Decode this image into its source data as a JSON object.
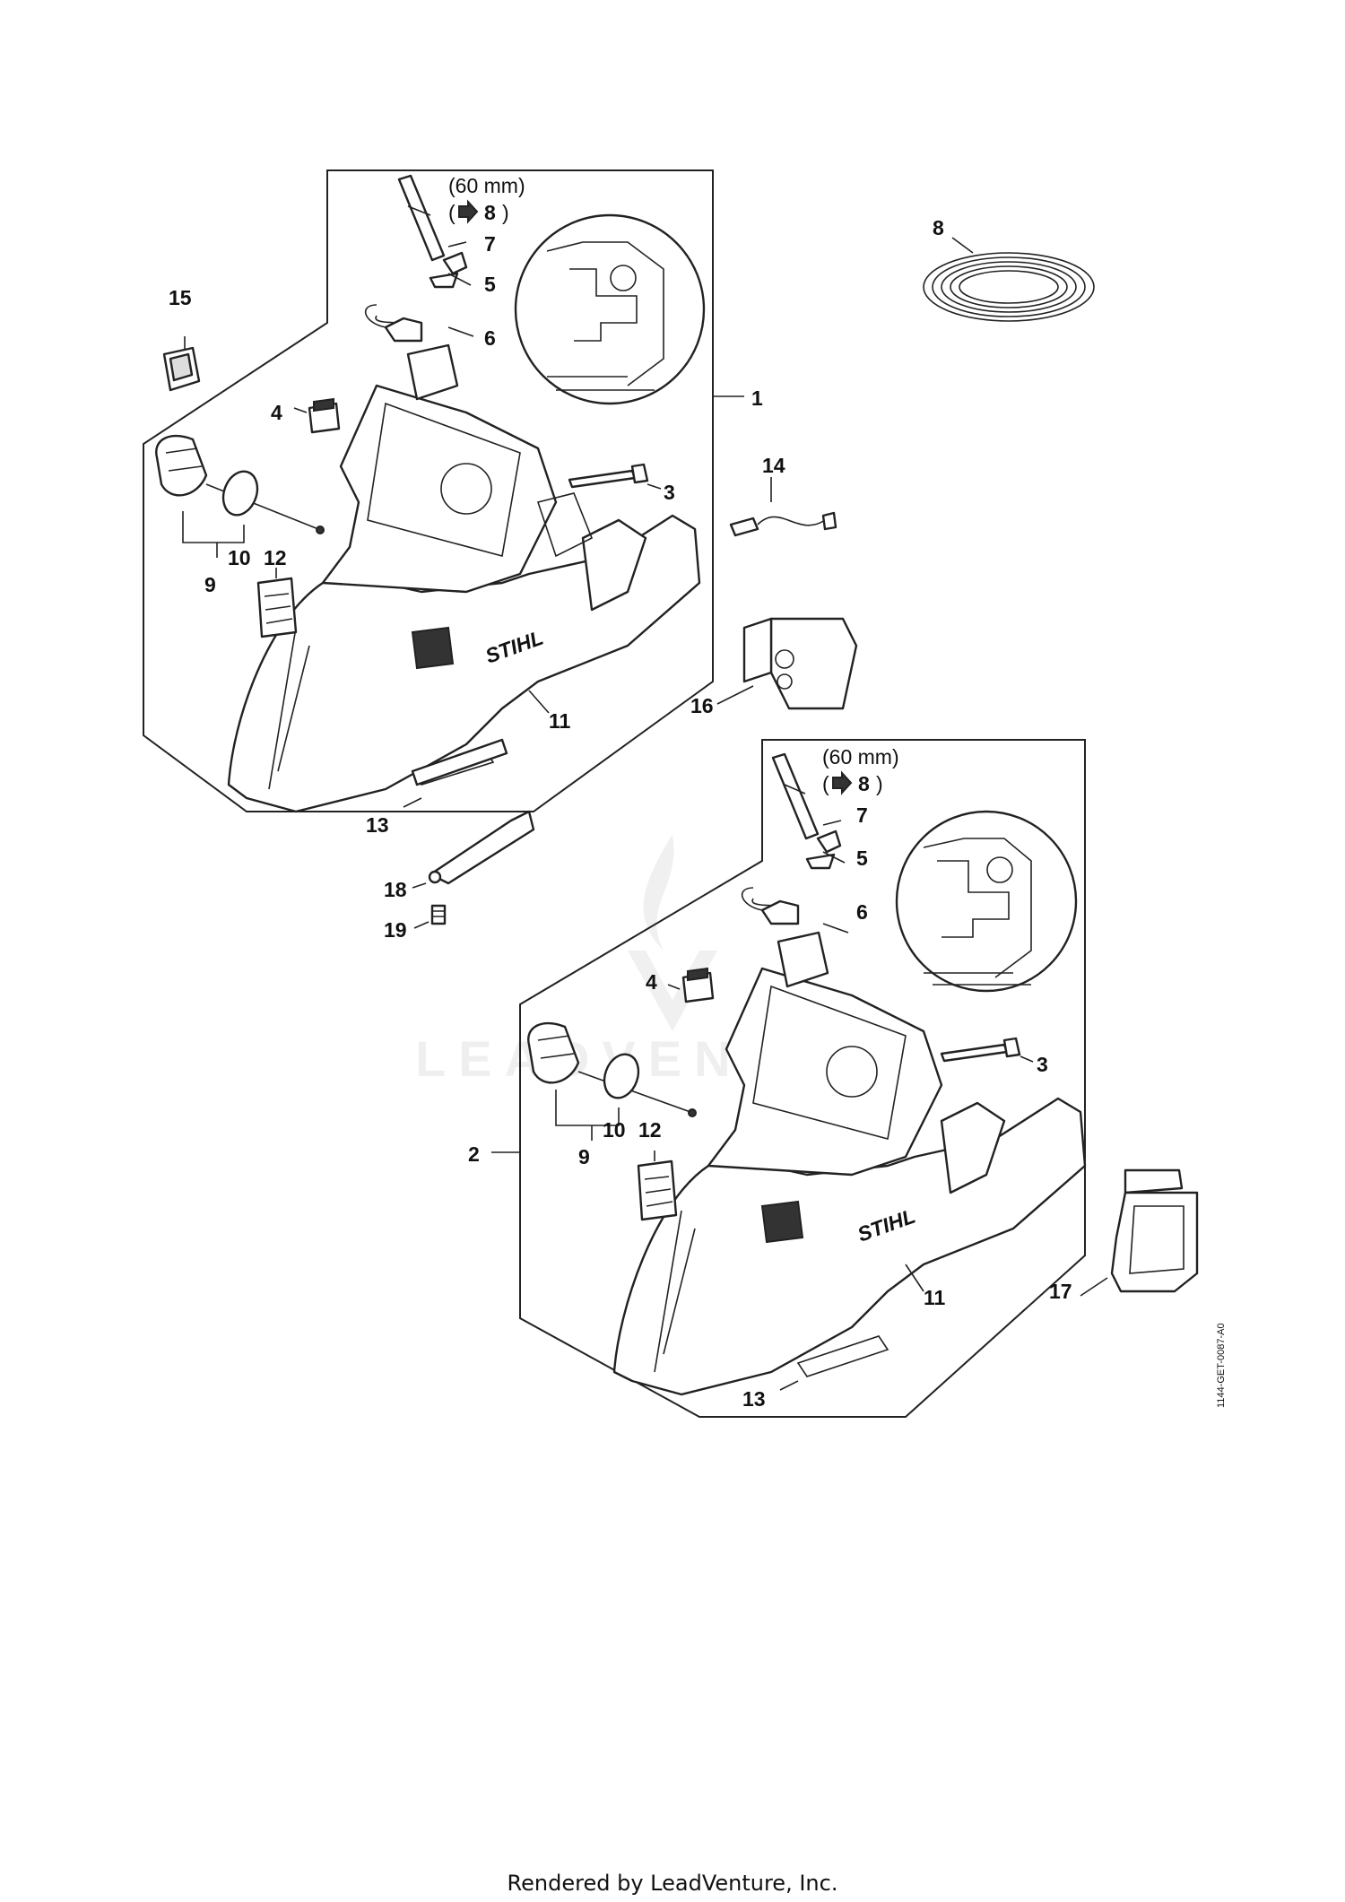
{
  "diagram": {
    "labels_top": [
      "1",
      "3",
      "4",
      "5",
      "6",
      "7",
      "9",
      "10",
      "11",
      "12",
      "13",
      "15"
    ],
    "labels_side": [
      "8",
      "14",
      "16",
      "18",
      "19"
    ],
    "labels_bottom": [
      "2",
      "3",
      "4",
      "5",
      "6",
      "7",
      "9",
      "10",
      "11",
      "12",
      "13",
      "17"
    ],
    "hose_note": {
      "length": "(60 mm)",
      "ref": "8"
    },
    "brand_mark": "STIHL",
    "drawing_code": "1144-GET-0087-A0",
    "watermark_text": "LEADVENTURE"
  },
  "footer": {
    "text": "Rendered by LeadVenture, Inc."
  }
}
